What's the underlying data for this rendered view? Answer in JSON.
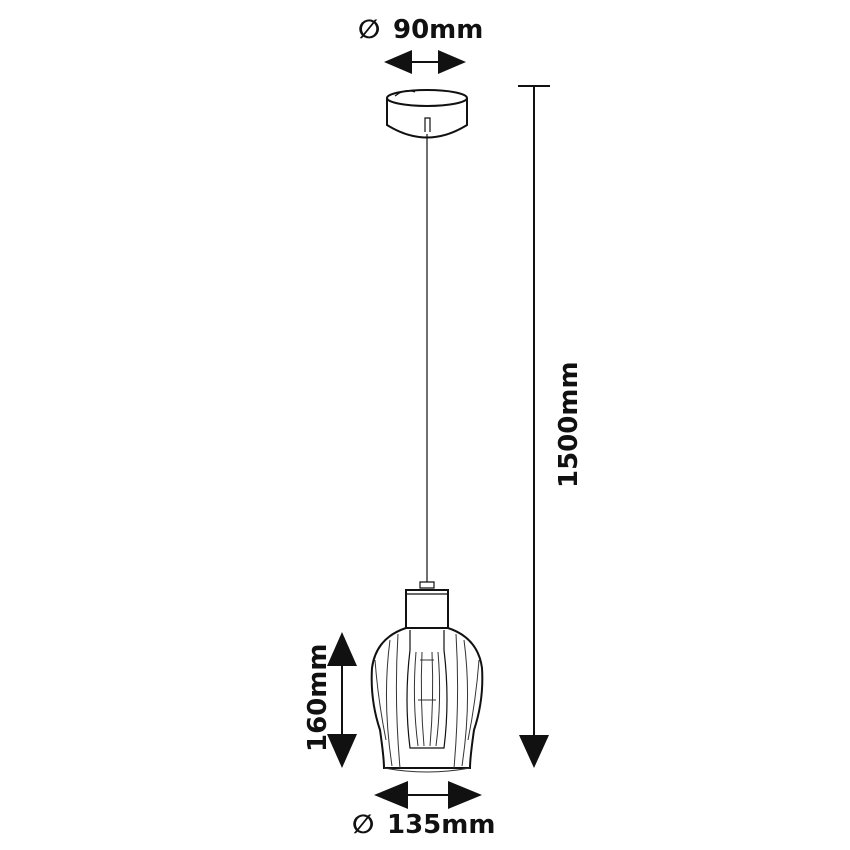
{
  "dimensions": {
    "canopy_diameter": "90mm",
    "cable_length": "1500mm",
    "shade_height": "160mm",
    "shade_diameter": "135mm"
  },
  "symbols": {
    "diameter": "∅"
  },
  "colors": {
    "line": "#111111",
    "background": "#ffffff"
  }
}
